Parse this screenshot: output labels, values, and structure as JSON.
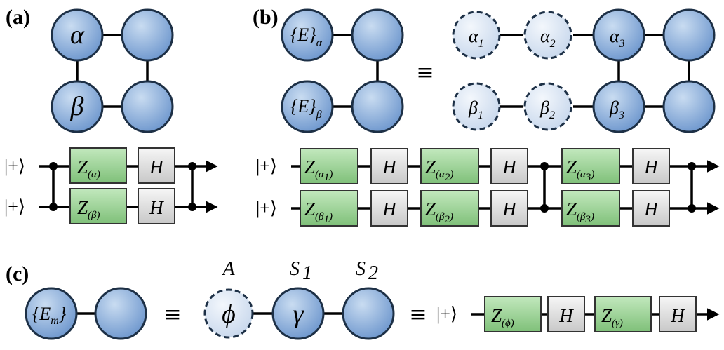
{
  "panels": {
    "a": {
      "label": "(a)",
      "node_alpha": "α",
      "node_beta": "β",
      "ket_top": "|+⟩",
      "ket_bot": "|+⟩",
      "gate_z": "Z",
      "gate_z_top_sub": "(α)",
      "gate_z_bot_sub": "(β)",
      "gate_h": "H"
    },
    "b": {
      "label": "(b)",
      "node_e": "{E}",
      "node_e_sub_alpha": "α",
      "node_e_sub_beta": "β",
      "equiv": "≡",
      "alpha": "α",
      "beta": "β",
      "sub1": "1",
      "sub2": "2",
      "sub3": "3",
      "ket_top": "|+⟩",
      "ket_bot": "|+⟩",
      "gate_z": "Z",
      "gate_h": "H",
      "gsub_a1_open": "(α",
      "gsub_a1_close": ")"
    },
    "c": {
      "label": "(c)",
      "node_em": "{E",
      "node_em_sub": "m",
      "node_em_close": "}",
      "equiv1": "≡",
      "equiv2": "≡",
      "site_a": "A",
      "site_s": "S",
      "site_s1_sub": "1",
      "site_s2_sub": "2",
      "phi": "ϕ",
      "gamma": "γ",
      "ket": "|+⟩",
      "gate_z": "Z",
      "gate_z1_sub": "(ϕ)",
      "gate_z2_sub": "(γ)",
      "gate_h": "H"
    }
  },
  "colors": {
    "node_fill_light": "#c3d7ee",
    "node_fill_dark": "#6f98cf",
    "node_stroke": "#1d3046",
    "ghost_fill": "#e4ecf6",
    "z_gate_fill": "#9fd49a",
    "h_gate_fill": "#e2e2e2",
    "gate_stroke": "#333333"
  }
}
